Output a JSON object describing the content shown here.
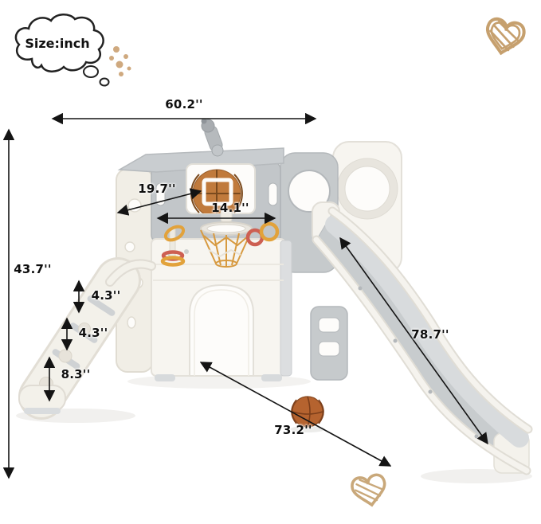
{
  "badge": {
    "label": "Size:inch"
  },
  "dimensions": {
    "overall_width": "60.2''",
    "overall_height": "43.7''",
    "depth": "19.7''",
    "backboard_width": "14.1''",
    "step_height_1": "4.3''",
    "step_height_2": "4.3''",
    "step_height_3": "8.3''",
    "slide_length": "78.7''",
    "base_diagonal": "73.2''"
  },
  "decorations": {
    "thought_cloud_icon": "thought-cloud",
    "heart_top_icon": "heart-scribble",
    "heart_bottom_icon": "heart-scribble",
    "dots_icon": "confetti-dots"
  },
  "colors": {
    "dimension_line": "#141414",
    "heart_tan": "#c6a06e",
    "dot_tan": "#cfa97f",
    "structure_white": "#f5f3ee",
    "structure_grey": "#c8ccce",
    "basketball_orange": "#b5632f",
    "net_orange": "#d79a40",
    "ring_red": "#cd5f52",
    "ring_orange": "#e2a23b"
  }
}
